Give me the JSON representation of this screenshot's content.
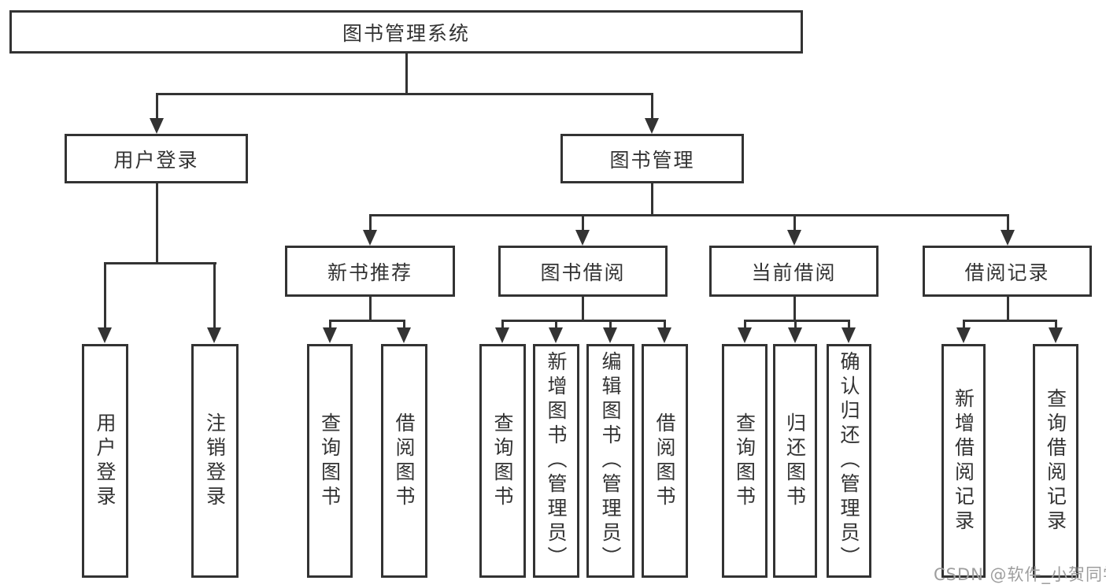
{
  "diagram": {
    "root": {
      "label": "图书管理系统"
    },
    "branches": {
      "user_login": {
        "label": "用户登录",
        "children": {
          "login": {
            "label": "用户登录"
          },
          "logout": {
            "label": "注销登录"
          }
        }
      },
      "book_management": {
        "label": "图书管理",
        "sections": {
          "new_book_recommend": {
            "label": "新书推荐",
            "children": {
              "query": {
                "label": "查询图书"
              },
              "borrow": {
                "label": "借阅图书"
              }
            }
          },
          "book_borrow": {
            "label": "图书借阅",
            "children": {
              "query": {
                "label": "查询图书"
              },
              "add": {
                "label": "新增图书（管理员）"
              },
              "edit": {
                "label": "编辑图书（管理员）"
              },
              "borrow": {
                "label": "借阅图书"
              }
            }
          },
          "current_borrow": {
            "label": "当前借阅",
            "children": {
              "query": {
                "label": "查询图书"
              },
              "return": {
                "label": "归还图书"
              },
              "confirm": {
                "label": "确认归还（管理员）"
              }
            }
          },
          "borrow_records": {
            "label": "借阅记录",
            "children": {
              "add": {
                "label": "新增借阅记录"
              },
              "query": {
                "label": "查询借阅记录"
              }
            }
          }
        }
      }
    }
  },
  "watermark": {
    "text": "CSDN @软件_小贺同学",
    "color": "#9e9e9e"
  },
  "colors": {
    "line": "#333333",
    "text": "#333333",
    "background": "#ffffff"
  }
}
